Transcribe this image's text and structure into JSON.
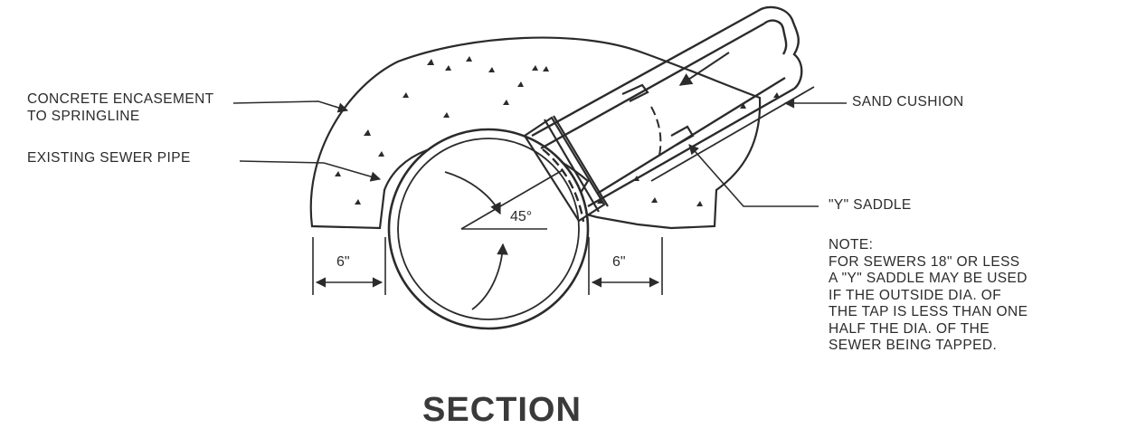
{
  "labels": {
    "concrete_line1": "CONCRETE ENCASEMENT",
    "concrete_line2": "TO SPRINGLINE",
    "existing_pipe": "EXISTING SEWER PIPE",
    "sand_cushion": "SAND CUSHION",
    "y_saddle": "\"Y\" SADDLE",
    "angle": "45°",
    "dim_left": "6\"",
    "dim_right": "6\""
  },
  "note": {
    "heading": "NOTE:",
    "lines": [
      "FOR SEWERS 18\" OR LESS",
      "A \"Y\" SADDLE MAY BE USED",
      "IF THE OUTSIDE DIA. OF",
      "THE TAP IS LESS THAN ONE",
      "HALF THE DIA. OF THE",
      "SEWER BEING TAPPED."
    ]
  },
  "title": "SECTION",
  "colors": {
    "ink": "#2b2b2b",
    "paper": "#ffffff"
  }
}
